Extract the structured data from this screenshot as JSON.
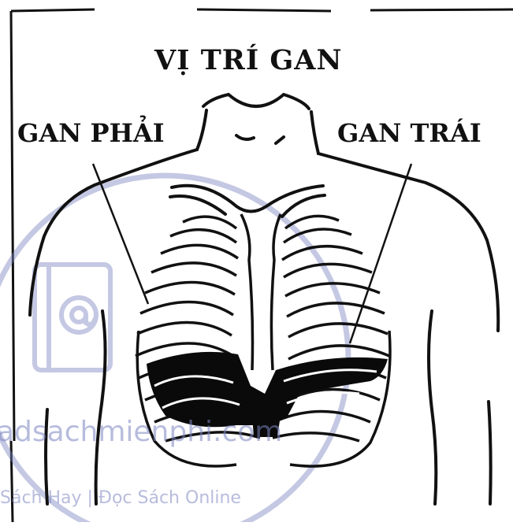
{
  "title": "VỊ TRÍ GAN",
  "labels": {
    "right_lobe": "GAN PHẢI",
    "left_lobe": "GAN TRÁI"
  },
  "watermark": {
    "site": "adsachmienphi.com",
    "tagline": "Sách Hay | Đọc Sách Online",
    "icon": "book-at-sign-icon"
  },
  "colors": {
    "ink": "#111111",
    "watermark": "#7d86c2",
    "background": "#ffffff"
  }
}
